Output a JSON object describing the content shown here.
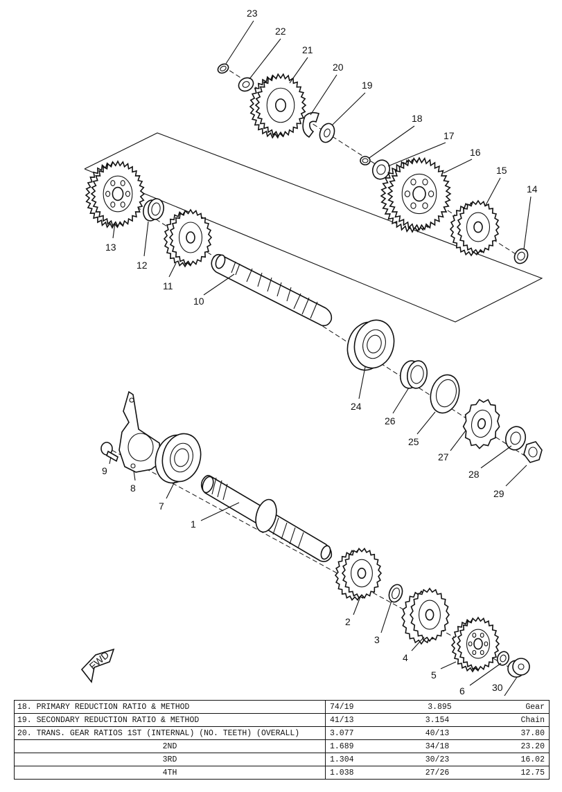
{
  "diagram": {
    "part_labels": [
      "23",
      "22",
      "21",
      "20",
      "19",
      "18",
      "17",
      "16",
      "15",
      "14",
      "13",
      "12",
      "11",
      "10",
      "24",
      "26",
      "25",
      "27",
      "28",
      "29",
      "9",
      "8",
      "7",
      "1",
      "2",
      "3",
      "4",
      "5",
      "6",
      "30"
    ],
    "fwd_label": "FWD"
  },
  "specs_table": {
    "rows": [
      {
        "label": "18.  PRIMARY REDUCTION RATIO & METHOD",
        "values": [
          "74/19",
          "3.895",
          "Gear"
        ]
      },
      {
        "label": "19.  SECONDARY REDUCTION RATIO & METHOD",
        "values": [
          "41/13",
          "3.154",
          "Chain"
        ]
      },
      {
        "label": "20.  TRANS. GEAR RATIOS 1ST (INTERNAL) (NO. TEETH) (OVERALL)",
        "values": [
          "3.077",
          "40/13",
          "37.80"
        ]
      },
      {
        "label": "2ND",
        "values": [
          "1.689",
          "34/18",
          "23.20"
        ]
      },
      {
        "label": "3RD",
        "values": [
          "1.304",
          "30/23",
          "16.02"
        ]
      },
      {
        "label": "4TH",
        "values": [
          "1.038",
          "27/26",
          "12.75"
        ]
      }
    ]
  }
}
